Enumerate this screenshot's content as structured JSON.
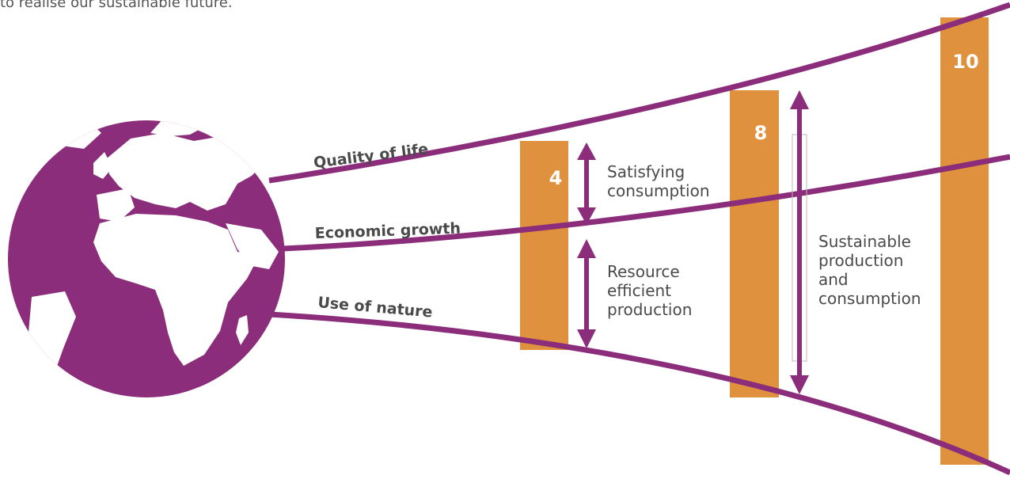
{
  "intro_text": "to realise our sustainable future.",
  "curves": {
    "quality_of_life": "Quality of life",
    "economic_growth": "Economic growth",
    "use_of_nature": "Use of nature"
  },
  "stages": [
    "4",
    "8",
    "10"
  ],
  "annotations": {
    "satisfying_consumption": [
      "Satisfying",
      "consumption"
    ],
    "resource_efficient_production": [
      "Resource",
      "efficient",
      "production"
    ],
    "sustainable_production_consumption": [
      "Sustainable",
      "production",
      "and",
      "consumption"
    ]
  },
  "colors": {
    "purple": "#8b2d7a",
    "orange": "#e0913d",
    "text": "#4a4a4a"
  }
}
